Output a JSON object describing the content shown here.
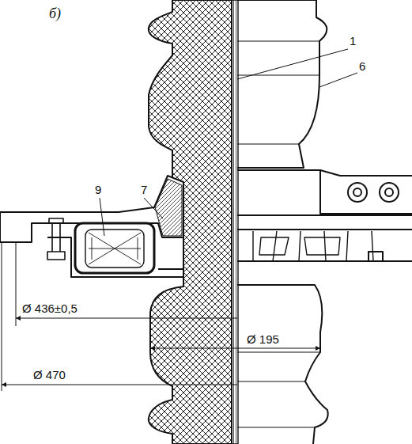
{
  "diagram": {
    "labels": [
      "б)",
      "1",
      "6",
      "9",
      "7",
      "Ø 436±0,5",
      "Ø 195",
      "Ø 470"
    ]
  }
}
